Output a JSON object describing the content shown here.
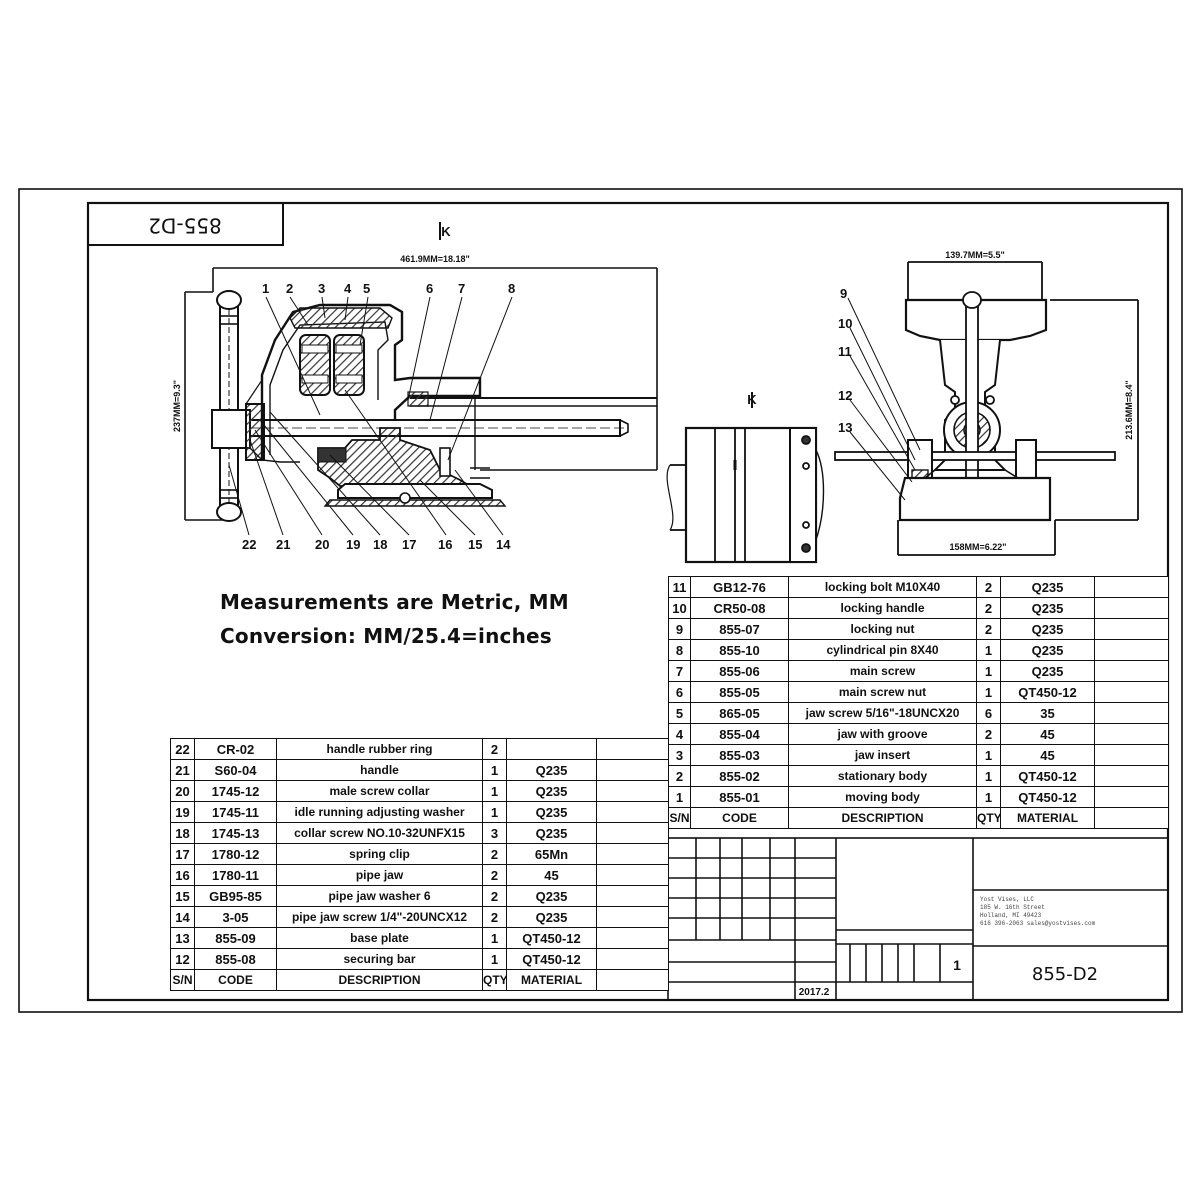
{
  "drawing_number": "855-D2",
  "title_block": {
    "part_number": "855-D2",
    "sheet": "1",
    "date": "2017.2",
    "company_lines": [
      "Yost Vises, LLC",
      "185 W. 16th Street",
      "Holland, MI 49423",
      "616 396-2063   sales@yostvises.com"
    ]
  },
  "notes": {
    "line1": "Measurements are Metric, MM",
    "line2": "Conversion: MM/25.4=inches"
  },
  "view_labels": {
    "top": "K",
    "side": "K"
  },
  "dimensions": {
    "length": "461.9MM=18.18\"",
    "height": "237MM=9.3\"",
    "jaw_width": "139.7MM=5.5\"",
    "base_width": "158MM=6.22\"",
    "side_height": "213.6MM=8.4\""
  },
  "callouts": {
    "top": [
      "1",
      "2",
      "3",
      "4",
      "5",
      "6",
      "7",
      "8"
    ],
    "bottom": [
      "22",
      "21",
      "20",
      "19",
      "18",
      "17",
      "16",
      "15",
      "14"
    ],
    "side": [
      "9",
      "10",
      "11",
      "12",
      "13"
    ]
  },
  "bom_headers": {
    "sn": "S/N",
    "code": "CODE",
    "description": "DESCRIPTION",
    "qty": "QTY",
    "material": "MATERIAL"
  },
  "bom_right": [
    {
      "sn": "11",
      "code": "GB12-76",
      "description": "locking bolt M10X40",
      "qty": "2",
      "material": "Q235"
    },
    {
      "sn": "10",
      "code": "CR50-08",
      "description": "locking handle",
      "qty": "2",
      "material": "Q235"
    },
    {
      "sn": "9",
      "code": "855-07",
      "description": "locking nut",
      "qty": "2",
      "material": "Q235"
    },
    {
      "sn": "8",
      "code": "855-10",
      "description": "cylindrical pin 8X40",
      "qty": "1",
      "material": "Q235"
    },
    {
      "sn": "7",
      "code": "855-06",
      "description": "main screw",
      "qty": "1",
      "material": "Q235"
    },
    {
      "sn": "6",
      "code": "855-05",
      "description": "main screw nut",
      "qty": "1",
      "material": "QT450-12"
    },
    {
      "sn": "5",
      "code": "865-05",
      "description": "jaw screw 5/16\"-18UNCX20",
      "qty": "6",
      "material": "35"
    },
    {
      "sn": "4",
      "code": "855-04",
      "description": "jaw with groove",
      "qty": "2",
      "material": "45"
    },
    {
      "sn": "3",
      "code": "855-03",
      "description": "jaw insert",
      "qty": "1",
      "material": "45"
    },
    {
      "sn": "2",
      "code": "855-02",
      "description": "stationary body",
      "qty": "1",
      "material": "QT450-12"
    },
    {
      "sn": "1",
      "code": "855-01",
      "description": "moving body",
      "qty": "1",
      "material": "QT450-12"
    }
  ],
  "bom_left": [
    {
      "sn": "22",
      "code": "CR-02",
      "description": "handle rubber ring",
      "qty": "2",
      "material": ""
    },
    {
      "sn": "21",
      "code": "S60-04",
      "description": "handle",
      "qty": "1",
      "material": "Q235"
    },
    {
      "sn": "20",
      "code": "1745-12",
      "description": "male screw collar",
      "qty": "1",
      "material": "Q235"
    },
    {
      "sn": "19",
      "code": "1745-11",
      "description": "idle running adjusting washer",
      "qty": "1",
      "material": "Q235"
    },
    {
      "sn": "18",
      "code": "1745-13",
      "description": "collar screw NO.10-32UNFX15",
      "qty": "3",
      "material": "Q235"
    },
    {
      "sn": "17",
      "code": "1780-12",
      "description": "spring clip",
      "qty": "2",
      "material": "65Mn"
    },
    {
      "sn": "16",
      "code": "1780-11",
      "description": "pipe jaw",
      "qty": "2",
      "material": "45"
    },
    {
      "sn": "15",
      "code": "GB95-85",
      "description": "pipe jaw washer 6",
      "qty": "2",
      "material": "Q235"
    },
    {
      "sn": "14",
      "code": "3-05",
      "description": "pipe jaw screw 1/4\"-20UNCX12",
      "qty": "2",
      "material": "Q235"
    },
    {
      "sn": "13",
      "code": "855-09",
      "description": "base plate",
      "qty": "1",
      "material": "QT450-12"
    },
    {
      "sn": "12",
      "code": "855-08",
      "description": "securing bar",
      "qty": "1",
      "material": "QT450-12"
    }
  ],
  "colors": {
    "ink": "#111111",
    "hatch": "#444444",
    "paper": "#ffffff"
  }
}
